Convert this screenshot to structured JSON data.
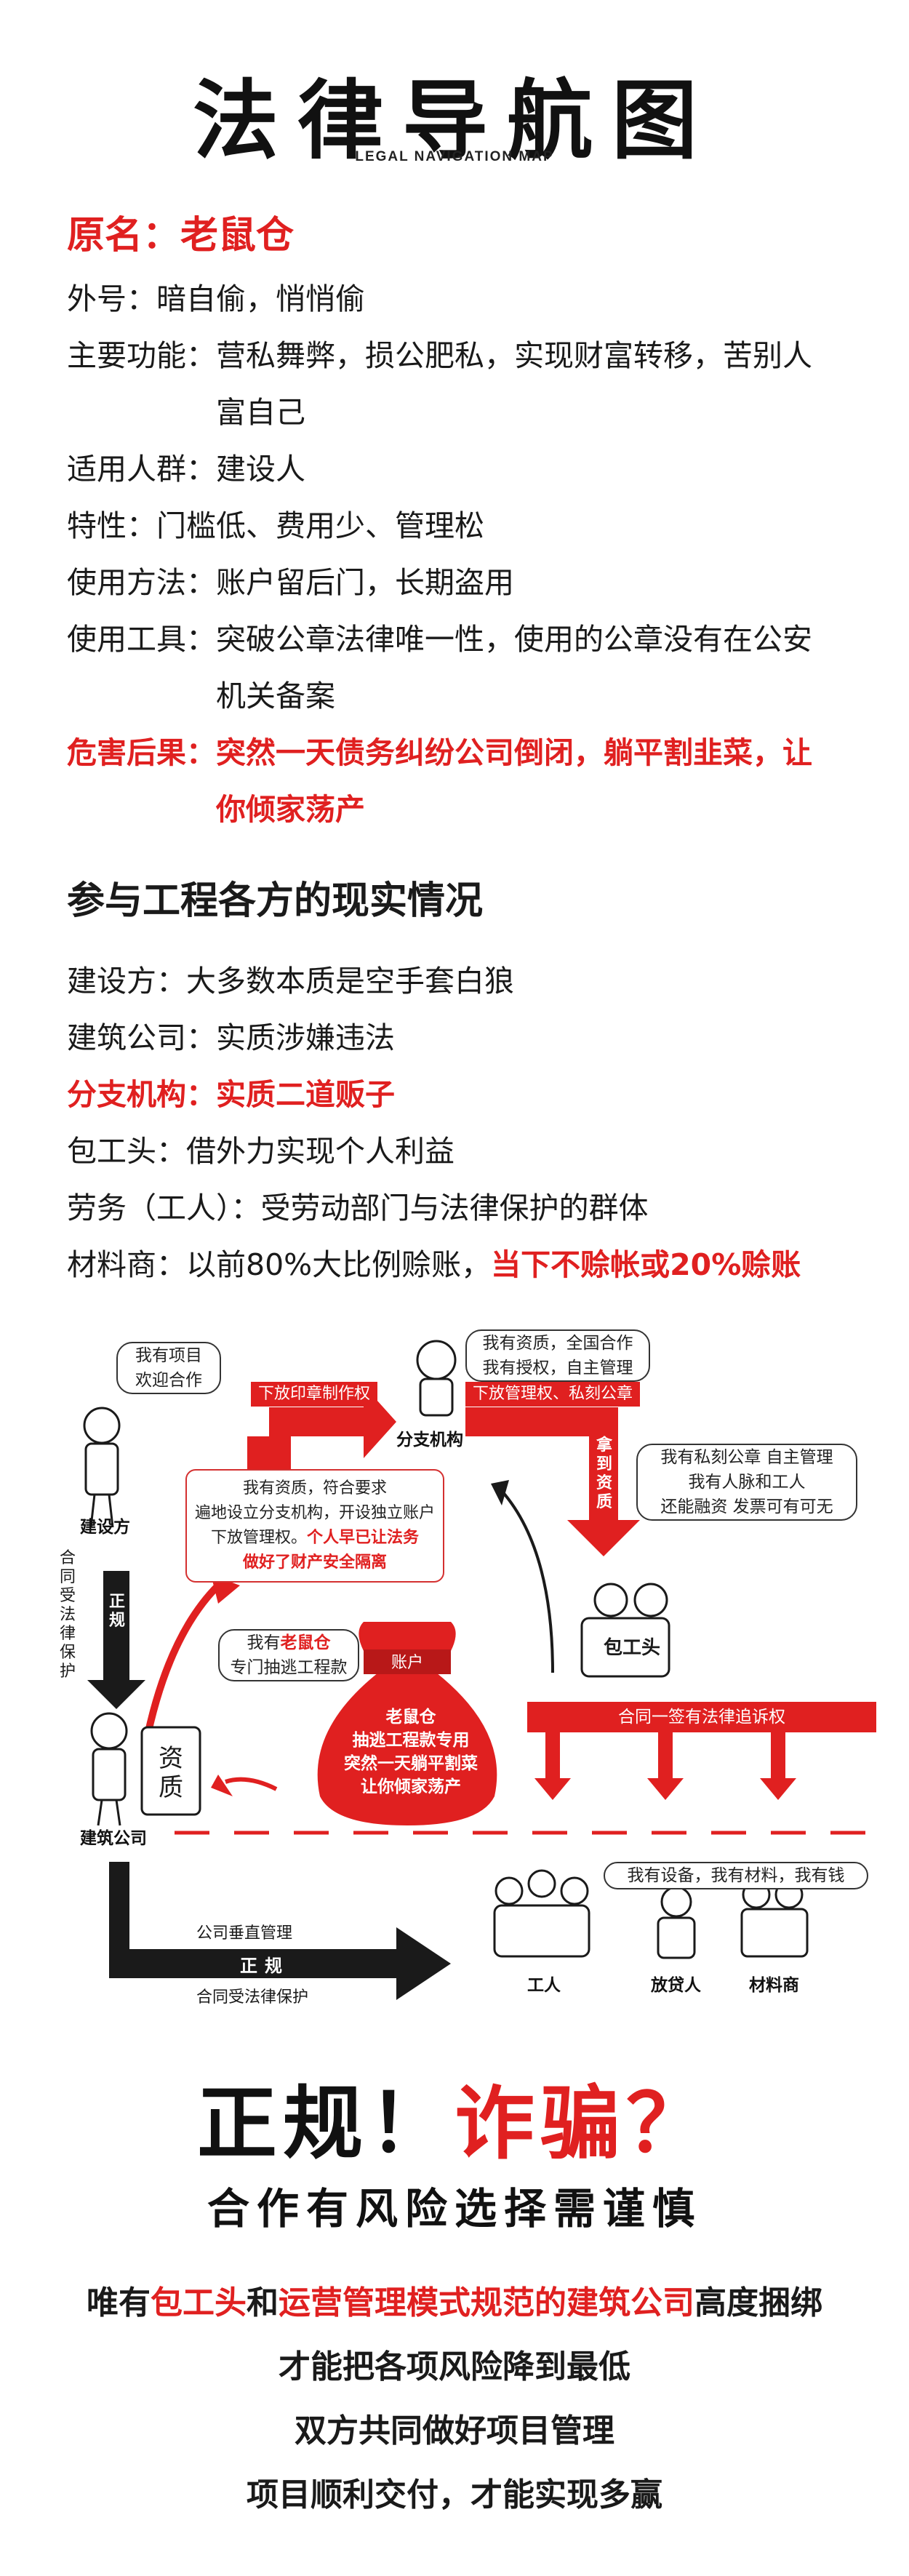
{
  "header": {
    "title": "法律导航图",
    "subtitle": "LEGAL NAVIGATION MAP"
  },
  "profile": {
    "name_label": "原名：",
    "name_value": "老鼠仓",
    "rows": [
      {
        "key": "外号：",
        "value": "暗自偷，悄悄偷"
      },
      {
        "key": "主要功能：",
        "value": "营私舞弊，损公肥私，实现财富转移，苦别人",
        "value2": "富自己"
      },
      {
        "key": "适用人群：",
        "value": "建设人"
      },
      {
        "key": "特性：",
        "value": "门槛低、费用少、管理松"
      },
      {
        "key": "使用方法：",
        "value": "账户留后门，长期盗用"
      },
      {
        "key": "使用工具：",
        "value": "突破公章法律唯一性，使用的公章没有在公安",
        "value2": "机关备案"
      }
    ],
    "harm_key": "危害后果：",
    "harm_value": "突然一天债务纠纷公司倒闭，躺平割韭菜，让",
    "harm_value2": "你倾家荡产"
  },
  "parties": {
    "heading": "参与工程各方的现实情况",
    "rows": [
      {
        "key": "建设方：",
        "value": "大多数本质是空手套白狼"
      },
      {
        "key": "建筑公司：",
        "value": "实质涉嫌违法"
      },
      {
        "key": "分支机构：",
        "value": "实质二道贩子"
      },
      {
        "key": "包工头：",
        "value": "借外力实现个人利益"
      },
      {
        "key": "劳务（工人）：",
        "value": "受劳动部门与法律保护的群体"
      }
    ],
    "material_key": "材料商：",
    "material_value": "以前80%大比例赊账，",
    "material_red": "当下不赊帐或20%赊账"
  },
  "diagram": {
    "builder_bubble": [
      "我有项目",
      "欢迎合作"
    ],
    "builder_label": "建设方",
    "contract_vertical": "合同受法律保护",
    "legit_vertical": "正规",
    "company_label": "建筑公司",
    "qualification": "资质",
    "branch_bubble": [
      "我有资质，全国合作",
      "我有授权，自主管理"
    ],
    "branch_label": "分支机构",
    "seal_down_tag": "下放印章制作权",
    "mgmt_down_tag": "下放管理权、私刻公章",
    "take_quals_vertical": "拿到资质",
    "branch_box": [
      "我有资质，符合要求",
      "遍地设立分支机构，开设独立账户",
      "下放管理权。"
    ],
    "branch_box_red": [
      "个人早已让法务",
      "做好了财产安全隔离"
    ],
    "rat_bubble": [
      "我有",
      "老鼠仓",
      "专门抽逃工程款"
    ],
    "account_tag": "账户",
    "rat_bag": [
      "老鼠仓",
      "抽逃工程款专用",
      "突然一天躺平割菜",
      "让你倾家荡产"
    ],
    "foreman_bubble": [
      "我有私刻公章  自主管理",
      "我有人脉和工人",
      "还能融资  发票可有可无"
    ],
    "foreman_label": "包工头",
    "contract_bar": "合同一签有法律追诉权",
    "vertical_mgmt": "公司垂直管理",
    "legit": "正规",
    "contract_protected": "合同受法律保护",
    "supplier_bubble": "我有设备，我有材料，我有钱",
    "workers_label": "工人",
    "lender_label": "放贷人",
    "supplier_label": "材料商"
  },
  "slogan": {
    "part1": "正规！",
    "part2": "诈骗？",
    "line2": "合作有风险选择需谨慎"
  },
  "closing": {
    "l1_a": "唯有",
    "l1_b": "包工头",
    "l1_c": "和",
    "l1_d": "运营管理模式规范的建筑公司",
    "l1_e": "高度捆绑",
    "l2": "才能把各项风险降到最低",
    "l3": "双方共同做好项目管理",
    "l4": "项目顺利交付，才能实现多赢"
  },
  "colors": {
    "accent": "#e02020",
    "ink": "#1a1a1a",
    "dark_arrow": "#1a1a1a"
  }
}
